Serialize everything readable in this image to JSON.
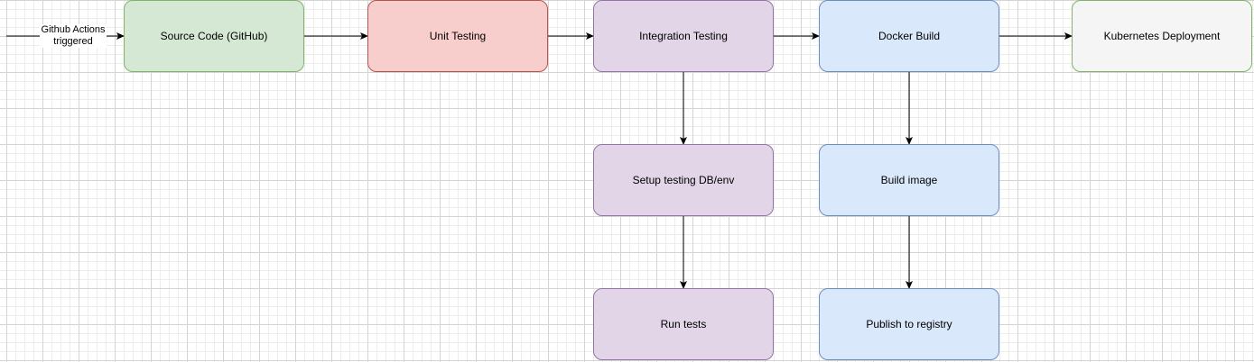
{
  "trigger": {
    "label": "Github Actions triggered"
  },
  "nodes": [
    {
      "id": "source",
      "label": "Source Code (GitHub)",
      "fill": "#d5e8d4",
      "stroke": "#82b366"
    },
    {
      "id": "unit",
      "label": "Unit Testing",
      "fill": "#f8cecc",
      "stroke": "#b85450"
    },
    {
      "id": "integration",
      "label": "Integration Testing",
      "fill": "#e1d5e7",
      "stroke": "#9673a6"
    },
    {
      "id": "docker",
      "label": "Docker Build",
      "fill": "#dae8fc",
      "stroke": "#6c8ebf"
    },
    {
      "id": "k8s",
      "label": "Kubernetes Deployment",
      "fill": "#f5f5f5",
      "stroke": "#82b366"
    },
    {
      "id": "setup",
      "label": "Setup testing DB/env",
      "fill": "#e1d5e7",
      "stroke": "#9673a6"
    },
    {
      "id": "run",
      "label": "Run tests",
      "fill": "#e1d5e7",
      "stroke": "#9673a6"
    },
    {
      "id": "build",
      "label": "Build image",
      "fill": "#dae8fc",
      "stroke": "#6c8ebf"
    },
    {
      "id": "publish",
      "label": "Publish to registry",
      "fill": "#dae8fc",
      "stroke": "#6c8ebf"
    }
  ],
  "edges": [
    {
      "from": "start",
      "to": "source"
    },
    {
      "from": "source",
      "to": "unit"
    },
    {
      "from": "unit",
      "to": "integration"
    },
    {
      "from": "integration",
      "to": "docker"
    },
    {
      "from": "docker",
      "to": "k8s"
    },
    {
      "from": "integration",
      "to": "setup"
    },
    {
      "from": "setup",
      "to": "run"
    },
    {
      "from": "docker",
      "to": "build"
    },
    {
      "from": "build",
      "to": "publish"
    }
  ]
}
